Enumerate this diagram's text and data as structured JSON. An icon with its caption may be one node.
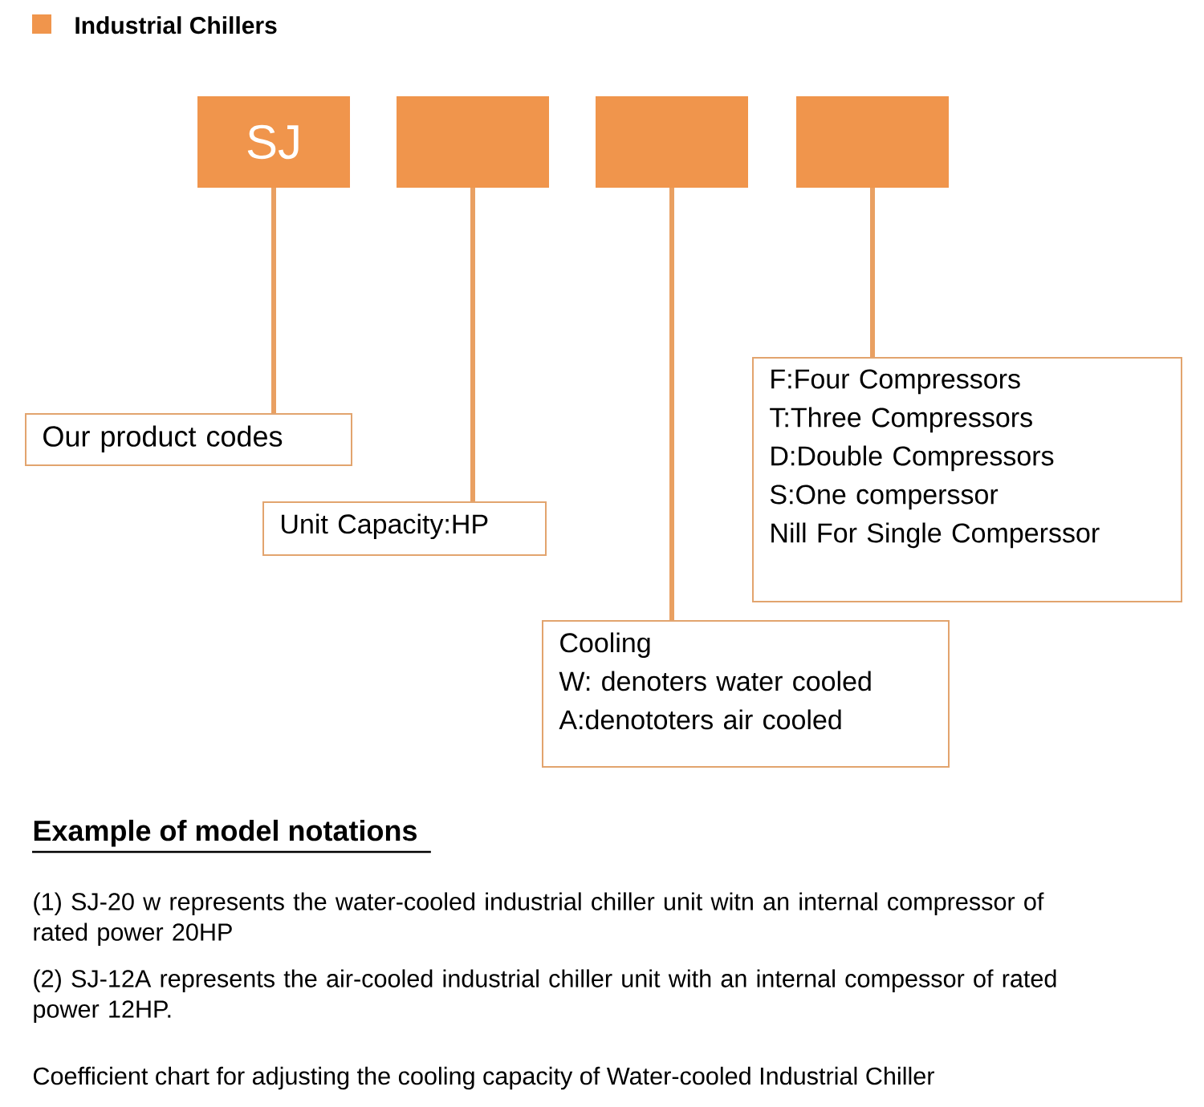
{
  "diagram": {
    "title": "Industrial Chillers",
    "nodes": [
      {
        "text": [
          "SJ"
        ]
      },
      {
        "text": [],
        "shape": "box"
      },
      {
        "text": [],
        "shape": "box"
      },
      {
        "text": [],
        "shape": "box"
      },
      {
        "text": [
          "Our product codes"
        ]
      },
      {
        "text": [
          "Unit Capacity:HP"
        ]
      },
      {
        "text": [
          "Cooling",
          "W: denoters water cooled",
          "A:denototers air cooled"
        ]
      },
      {
        "text": [
          "F:Four Compressors",
          "T:Three Compressors",
          "D:Double Compressors",
          "S:One comperssor",
          "Nill For Single Comperssor"
        ]
      }
    ],
    "edges": [
      {
        "from": 0,
        "to": 4,
        "arrow": "none"
      },
      {
        "from": 1,
        "to": 5,
        "arrow": "none"
      },
      {
        "from": 2,
        "to": 6,
        "arrow": "none"
      },
      {
        "from": 3,
        "to": 7,
        "arrow": "none"
      }
    ],
    "labels": [
      "Example of model notations",
      "(1) SJ-20 w represents the water-cooled industrial chiller unit witn an internal compressor of rated power 20HP",
      "(2) SJ-12A represents the air-cooled industrial chiller unit with an internal compessor of rated power 12HP.",
      "Coefficient chart for adjusting the cooling capacity of Water-cooled Industrial Chiller"
    ]
  }
}
